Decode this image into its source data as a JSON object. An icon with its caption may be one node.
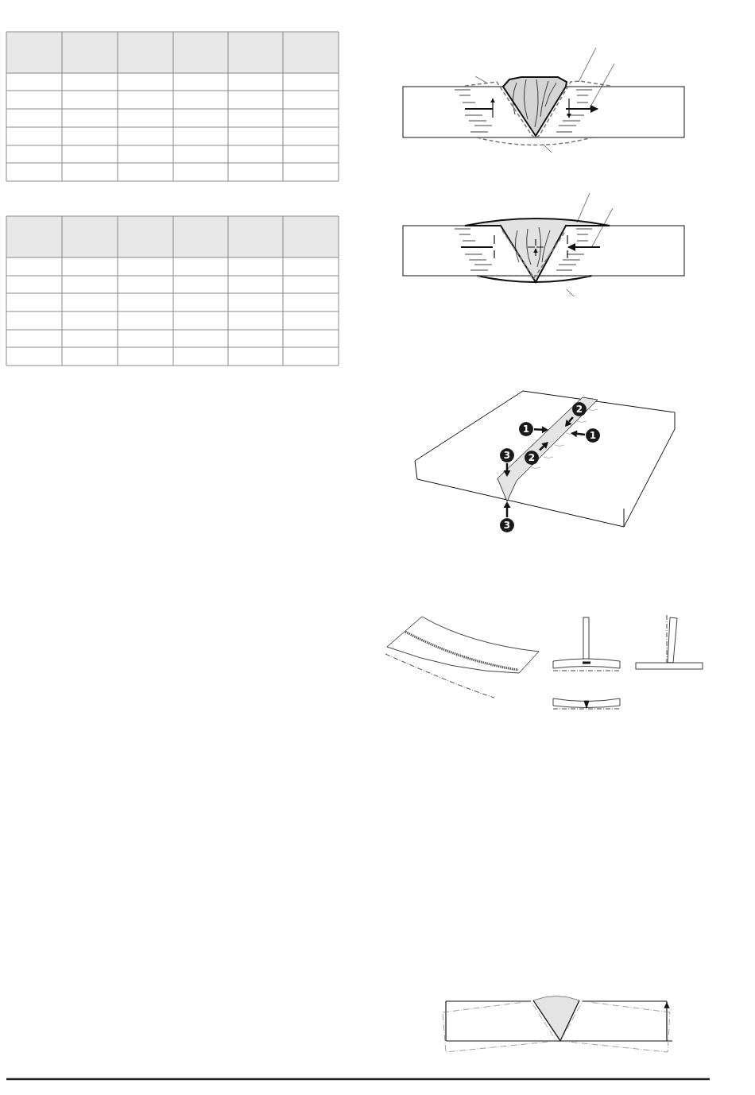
{
  "diagram": {
    "nodes": [
      {
        "text": [
          "2"
        ]
      },
      {
        "text": [
          "1"
        ]
      },
      {
        "text": [
          "1"
        ]
      },
      {
        "text": [
          "3"
        ]
      },
      {
        "text": [
          "2"
        ]
      },
      {
        "text": [
          "3"
        ]
      }
    ],
    "edges": [
      {
        "from": 0,
        "to": null,
        "arrow": "to"
      },
      {
        "from": 1,
        "to": null,
        "arrow": "to"
      },
      {
        "from": 2,
        "to": null,
        "arrow": "to"
      },
      {
        "from": 3,
        "to": null,
        "arrow": "to"
      },
      {
        "from": 4,
        "to": null,
        "arrow": "to"
      },
      {
        "from": 5,
        "to": null,
        "arrow": "to"
      }
    ]
  }
}
